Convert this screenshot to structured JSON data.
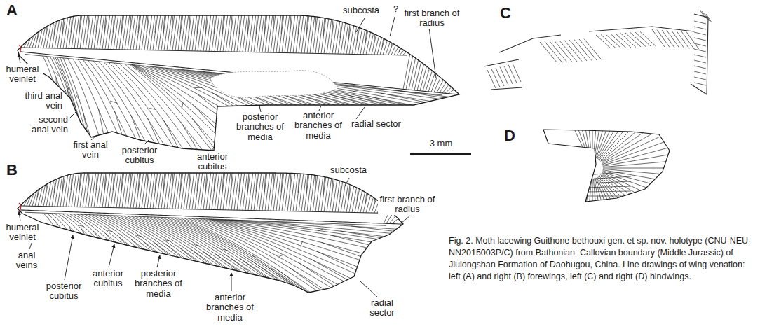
{
  "diagram": {
    "caption": "Fig. 2. Moth lacewing Guithone bethouxi gen. et sp. nov. holotype (CNU-NEU-NN2015003P/C) from Bathonian–Callovian boundary (Middle Jurassic) of Jiulongshan Formation of Daohugou, China. Line drawings of wing venation: left (A) and right (B) forewings, left (C) and right (D) hindwings.",
    "labels": [
      "A",
      "subcosta",
      "?",
      "first branch of radius",
      "humeral veinlet",
      "third anal vein",
      "second anal vein",
      "first anal vein",
      "posterior cubitus",
      "anterior cubitus",
      "posterior branches of media",
      "anterior branches of media",
      "radial sector",
      "3 mm",
      "C",
      "D",
      "B",
      "subcosta",
      "first branch of radius",
      "humeral veinlet",
      "anal veins",
      "posterior cubitus",
      "anterior cubitus",
      "posterior branches of media",
      "anterior branches of media",
      "radial sector"
    ]
  }
}
